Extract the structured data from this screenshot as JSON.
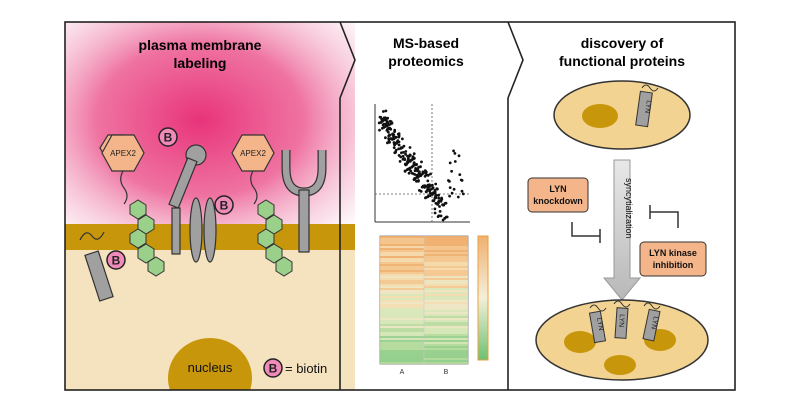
{
  "panels": {
    "left": {
      "title_line1": "plasma membrane",
      "title_line2": "labeling"
    },
    "middle": {
      "title_line1": "MS-based",
      "title_line2": "proteomics"
    },
    "right": {
      "title_line1": "discovery of",
      "title_line2": "functional proteins"
    }
  },
  "labels": {
    "apex_left": "APEX2",
    "apex_right": "APEX2",
    "biotin_symbol": "B",
    "nucleus": "nucleus",
    "biotin_legend": "= biotin",
    "heatmap_col_a": "A",
    "heatmap_col_b": "B",
    "lyn": "LYN",
    "lyn_knockdown_line1": "LYN",
    "lyn_knockdown_line2": "knockdown",
    "lyn_kinase_line1": "LYN kinase",
    "lyn_kinase_line2": "inhibition",
    "syncytialization": "syncytialization"
  },
  "colors": {
    "membrane": "#C8960A",
    "cytoplasm": "#F5E2BE",
    "pink_glow": "#E8337A",
    "apex_fill": "#F5B58A",
    "biotin_fill": "#F08AB8",
    "green": "#9BD08A",
    "gray": "#A0A0A0",
    "cell_fill": "#F2D391",
    "cell_nucleus": "#C8960A",
    "box_fill": "#F5B58A"
  }
}
